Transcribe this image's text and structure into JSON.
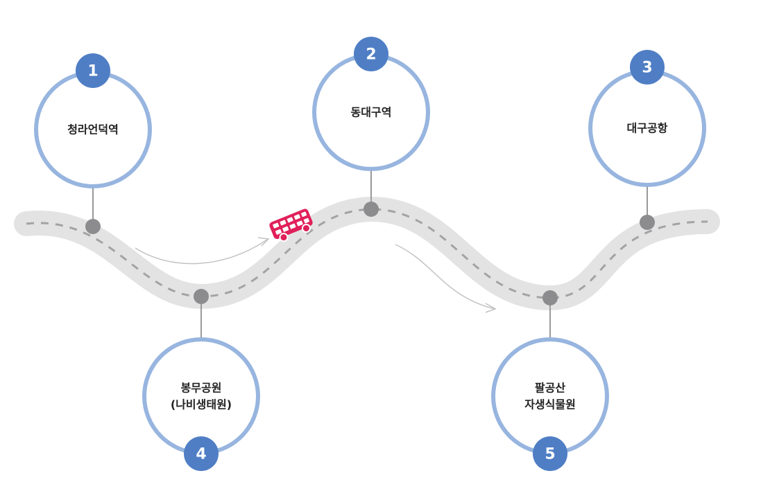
{
  "colors": {
    "road": "#e3e3e4",
    "road_dash": "#a3a3a5",
    "pin": "#8c8c8e",
    "pin_line": "#999999",
    "ring": "#97b5df",
    "badge": "#4f7ec5",
    "bus": "#e0205a",
    "arrow": "#c2c2c2"
  },
  "vehicle_icon": "double-decker-bus-icon",
  "stops": [
    {
      "number": "1",
      "lines": [
        "청라언덕역"
      ]
    },
    {
      "number": "2",
      "lines": [
        "동대구역"
      ]
    },
    {
      "number": "3",
      "lines": [
        "대구공항"
      ]
    },
    {
      "number": "4",
      "lines": [
        "봉무공원",
        "(나비생태원)"
      ]
    },
    {
      "number": "5",
      "lines": [
        "팔공산",
        "자생식물원"
      ]
    }
  ]
}
